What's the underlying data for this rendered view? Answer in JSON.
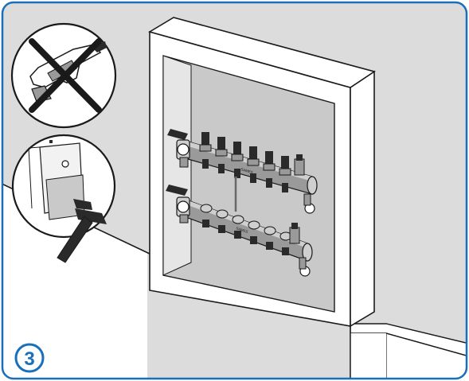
{
  "step": {
    "number": "3"
  },
  "colors": {
    "frame_border": "#1a6fba",
    "wall": "#dcdcdc",
    "wall_shadow": "#b9b9b9",
    "badge_fill": "#ffffff",
    "badge_text": "#1a6fba",
    "line": "#1a1a1a",
    "pipe": "#9a9a9a",
    "pipe_light": "#cfcfcf",
    "valve_dark": "#2a2a2a"
  },
  "icons": {
    "prohibited": "no-drill-icon",
    "allowed": "hammer-icon"
  },
  "manifold": {
    "top_valves": 6,
    "bottom_valves": 6,
    "brand_text_top": "SAMES",
    "brand_text_bottom": "SAMES"
  }
}
